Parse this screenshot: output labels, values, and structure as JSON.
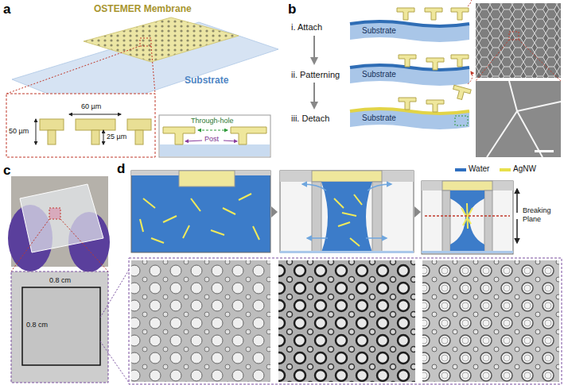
{
  "diagram": {
    "labels": [
      "a",
      "OSTEMER Membrane",
      "Substrate",
      "60 µm",
      "50 µm",
      "25 µm",
      "Through-hole",
      "Post",
      "b",
      "i. Attach",
      "Substrate",
      "ii. Patterning",
      "Substrate",
      "iii. Detach",
      "Substrate",
      "c",
      "0.8 cm",
      "0.8 cm",
      "d",
      "Breaking Plane"
    ],
    "legend": [
      {
        "text": "Water",
        "color": "#2f6fc0"
      },
      {
        "text": "AgNW",
        "color": "#e8e04a"
      }
    ]
  }
}
